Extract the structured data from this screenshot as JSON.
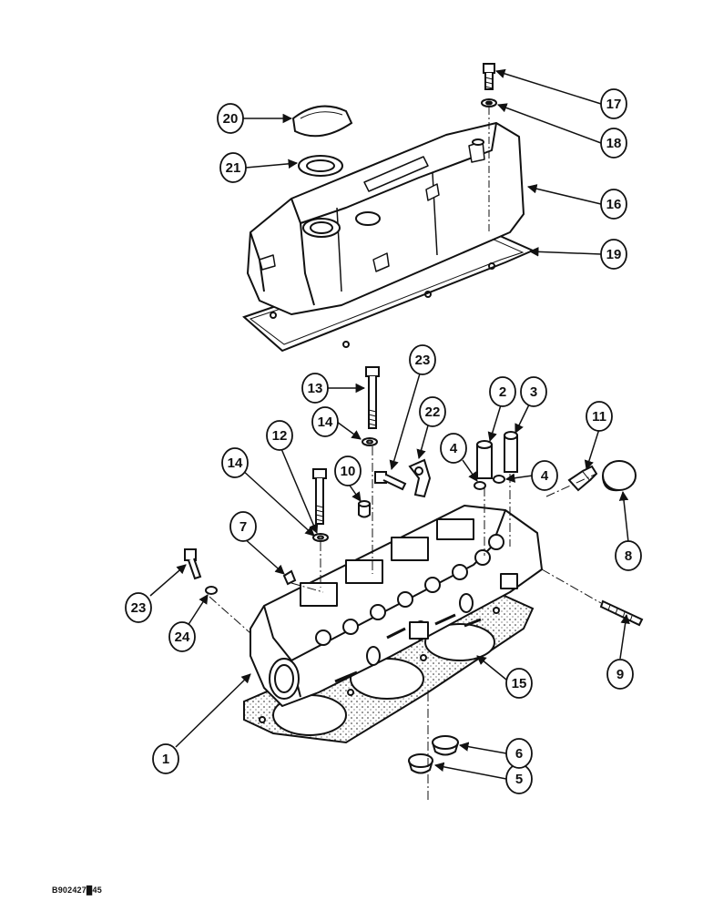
{
  "figure": {
    "code": "B902427█45"
  },
  "callouts": [
    {
      "id": "c1",
      "label": "1"
    },
    {
      "id": "c2",
      "label": "2"
    },
    {
      "id": "c3",
      "label": "3"
    },
    {
      "id": "c4a",
      "label": "4"
    },
    {
      "id": "c4b",
      "label": "4"
    },
    {
      "id": "c5",
      "label": "5"
    },
    {
      "id": "c6",
      "label": "6"
    },
    {
      "id": "c7",
      "label": "7"
    },
    {
      "id": "c8",
      "label": "8"
    },
    {
      "id": "c9",
      "label": "9"
    },
    {
      "id": "c10",
      "label": "10"
    },
    {
      "id": "c11",
      "label": "11"
    },
    {
      "id": "c12",
      "label": "12"
    },
    {
      "id": "c13",
      "label": "13"
    },
    {
      "id": "c14a",
      "label": "14"
    },
    {
      "id": "c14b",
      "label": "14"
    },
    {
      "id": "c15",
      "label": "15"
    },
    {
      "id": "c16",
      "label": "16"
    },
    {
      "id": "c17",
      "label": "17"
    },
    {
      "id": "c18",
      "label": "18"
    },
    {
      "id": "c19",
      "label": "19"
    },
    {
      "id": "c20",
      "label": "20"
    },
    {
      "id": "c21",
      "label": "21"
    },
    {
      "id": "c22",
      "label": "22"
    },
    {
      "id": "c23a",
      "label": "23"
    },
    {
      "id": "c23b",
      "label": "23"
    },
    {
      "id": "c24",
      "label": "24"
    }
  ]
}
